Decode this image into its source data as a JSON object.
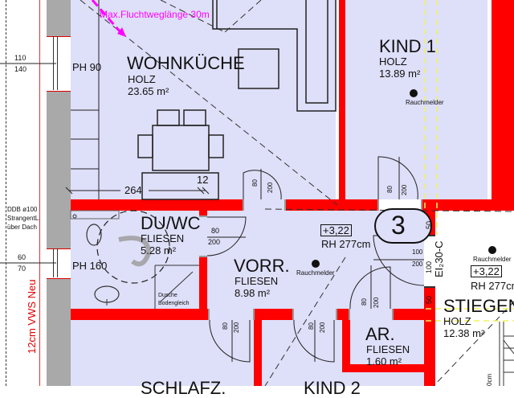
{
  "colors": {
    "room_fill": "#dedff8",
    "wall": "#ff0000",
    "exterior_wall": "#a9a9a9",
    "escape_route": "#ff00ff",
    "fire_line": "#ffff66",
    "annotation_red": "#e00000"
  },
  "escape_route": {
    "label": "Max.Fluchtweglänge 30m"
  },
  "rooms": [
    {
      "name": "WOHNKÜCHE",
      "floor": "HOLZ",
      "area": "23.65 m²"
    },
    {
      "name": "KIND 1",
      "floor": "HOLZ",
      "area": "13.89 m²"
    },
    {
      "name": "DU/WC",
      "floor": "FLIESEN",
      "area": "5.28 m²"
    },
    {
      "name": "VORR.",
      "floor": "FLIESEN",
      "area": "8.98 m²"
    },
    {
      "name": "AR.",
      "floor": "FLIESEN",
      "area": "1.60 m²"
    },
    {
      "name": "STIEGEN",
      "floor": "HOLZ",
      "area": "12.38 m²"
    },
    {
      "name": "SCHLAFZ.",
      "floor": "",
      "area": ""
    },
    {
      "name": "KIND 2",
      "floor": "",
      "area": ""
    }
  ],
  "windows": [
    {
      "label": "PH 90",
      "dim_top": "110",
      "dim_bottom": "140"
    },
    {
      "label": "PH 160",
      "dim_top": "60",
      "dim_bottom": "70"
    }
  ],
  "dimensions": {
    "wall_length": "264",
    "small": "12"
  },
  "doors": [
    {
      "width": "80",
      "height": "200"
    },
    {
      "width": "80",
      "height": "200"
    },
    {
      "width": "80",
      "height": "200"
    },
    {
      "width": "80",
      "height": "200"
    },
    {
      "width": "80",
      "height": "200"
    },
    {
      "width": "80",
      "height": "200"
    },
    {
      "width": "100",
      "height": "200"
    }
  ],
  "smoke_detectors": [
    {
      "label": "Rauchmelder"
    },
    {
      "label": "Rauchmelder"
    },
    {
      "label": "Rauchmelder"
    }
  ],
  "levels": [
    {
      "elevation": "+3,22",
      "room_height": "RH 277cm"
    },
    {
      "elevation": "+3,22",
      "room_height": "RH 277cm"
    }
  ],
  "unit_marker": "3",
  "fire_door": {
    "rating": "EI₂30-C",
    "dim_top": "50",
    "dim_mid": "100",
    "dim_bottom": "50"
  },
  "annotations": {
    "drain": [
      "DDB ø100",
      "StrangentL.",
      "über Dach"
    ],
    "facade": "12cm VWS Neu",
    "shower": [
      "Dusche",
      "Bodengleich"
    ],
    "stair_dim": "0cm"
  }
}
